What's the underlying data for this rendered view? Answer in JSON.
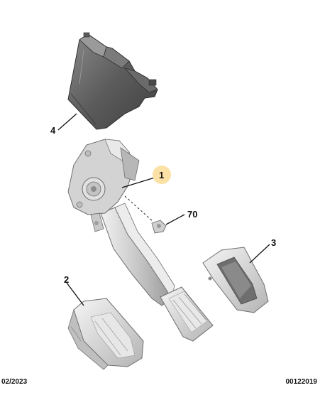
{
  "callouts": {
    "c1": "1",
    "c2": "2",
    "c3": "3",
    "c4": "4",
    "c70": "70"
  },
  "footer": {
    "left": "02/2023",
    "right": "00122019"
  },
  "colors": {
    "highlight": "#fbe1a6",
    "part_dark": "#5f5f5f",
    "part_mid": "#a9a9a9",
    "part_light": "#dcdcdc"
  }
}
